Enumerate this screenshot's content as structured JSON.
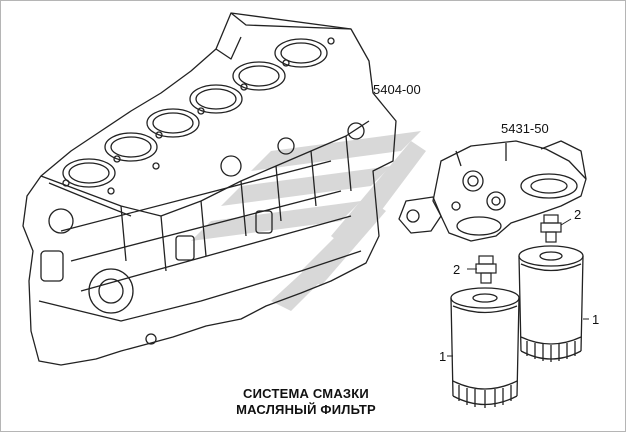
{
  "parts": {
    "block_code": "5404-00",
    "housing_code": "5431-50",
    "filter_left_num": "1",
    "fitting_left_num": "2",
    "filter_right_num": "1",
    "fitting_right_num": "2"
  },
  "caption": {
    "line1": "СИСТЕМА СМАЗКИ",
    "line2": "МАСЛЯНЫЙ ФИЛЬТР"
  },
  "colors": {
    "line": "#222222",
    "watermark": "#cfcfcf"
  }
}
